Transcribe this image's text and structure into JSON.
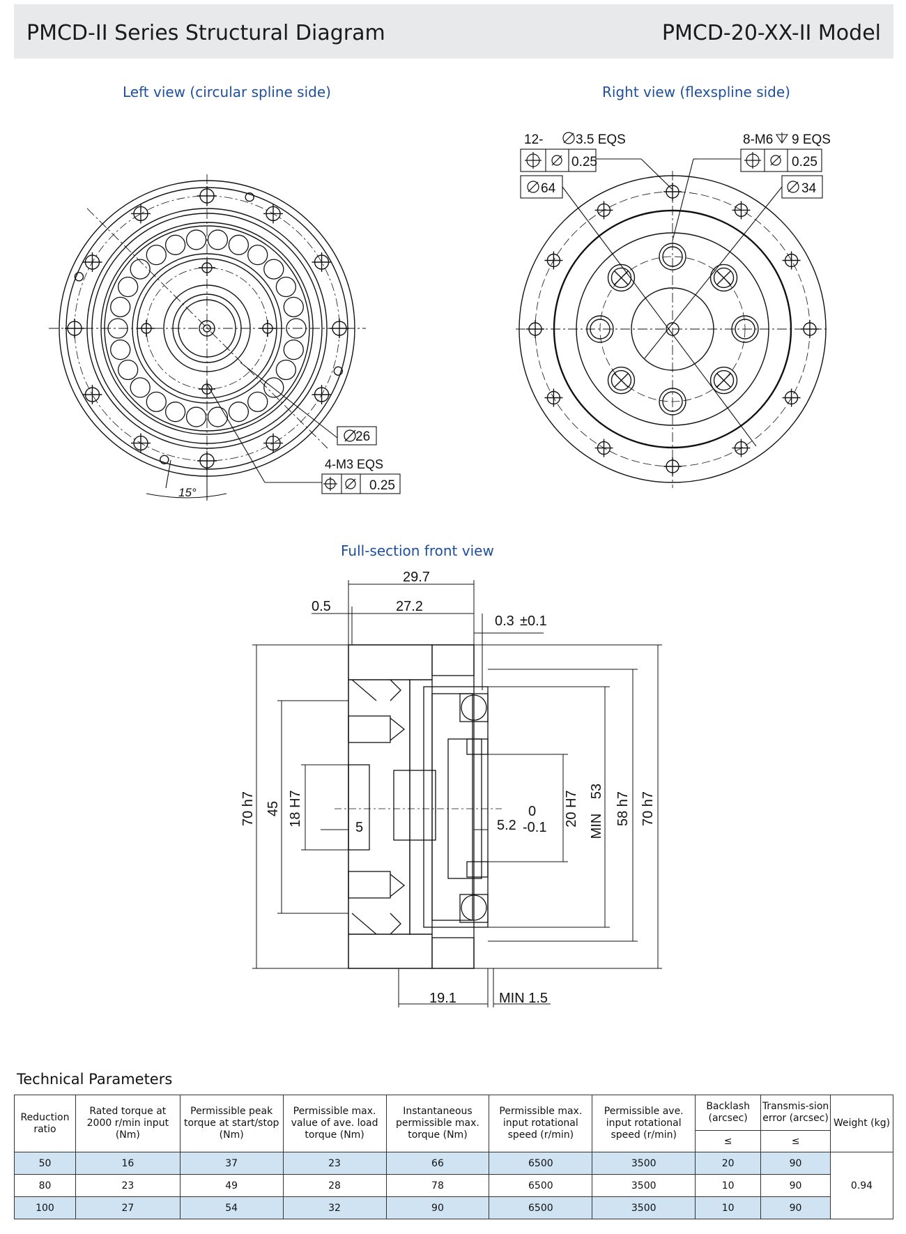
{
  "header": {
    "title": "PMCD-II Series Structural Diagram",
    "model": "PMCD-20-XX-II Model"
  },
  "views": {
    "left": {
      "label": "Left view (circular spline side)",
      "callouts": {
        "bore": "26",
        "thread": "4-M3 EQS",
        "tolerance": "0.25",
        "angle": "15°"
      }
    },
    "right": {
      "label": "Right view (flexspline side)",
      "callouts": {
        "holes_left": "12- ",
        "holes_left_size": "3.5 EQS",
        "tol_left": "0.25",
        "pcd_left": "64",
        "holes_right": "8-M6",
        "holes_right_depth": "9 EQS",
        "tol_right": "0.25",
        "pcd_right": "34"
      }
    },
    "section": {
      "label": "Full-section front view",
      "dims": {
        "overall_length": "29.7",
        "body_length": "27.2",
        "flange_offset": "0.5",
        "clearance": "0.3",
        "clearance_tol": "±0.1",
        "od_left": "70 h7",
        "bolt_circle": "45",
        "bore_in": "18 H7",
        "step": "5",
        "shaft_len": "5.2",
        "shaft_tol_upper": "0",
        "shaft_tol_lower": "-0.1",
        "bore_out": "20 H7",
        "min_bore": "53",
        "min_label": "MIN",
        "od_spigot": "58 h7",
        "od_right": "70 h7",
        "bottom_length": "19.1",
        "bottom_min": "MIN 1.5"
      }
    }
  },
  "params": {
    "title": "Technical Parameters",
    "headers": [
      "Reduction ratio",
      "Rated torque at 2000 r/min input (Nm)",
      "Permissible peak torque at start/stop (Nm)",
      "Permissible max. value of ave. load torque (Nm)",
      "Instantaneous permissible max. torque (Nm)",
      "Permissible max. input rotational speed (r/min)",
      "Permissible ave. input rotational speed (r/min)",
      "Backlash (arcsec)",
      "Transmis-sion error (arcsec)",
      "Weight (kg)"
    ],
    "leq": "≤",
    "rows": [
      [
        "50",
        "16",
        "37",
        "23",
        "66",
        "6500",
        "3500",
        "20",
        "90"
      ],
      [
        "80",
        "23",
        "49",
        "28",
        "78",
        "6500",
        "3500",
        "10",
        "90"
      ],
      [
        "100",
        "27",
        "54",
        "32",
        "90",
        "6500",
        "3500",
        "10",
        "90"
      ]
    ],
    "weight": "0.94"
  }
}
